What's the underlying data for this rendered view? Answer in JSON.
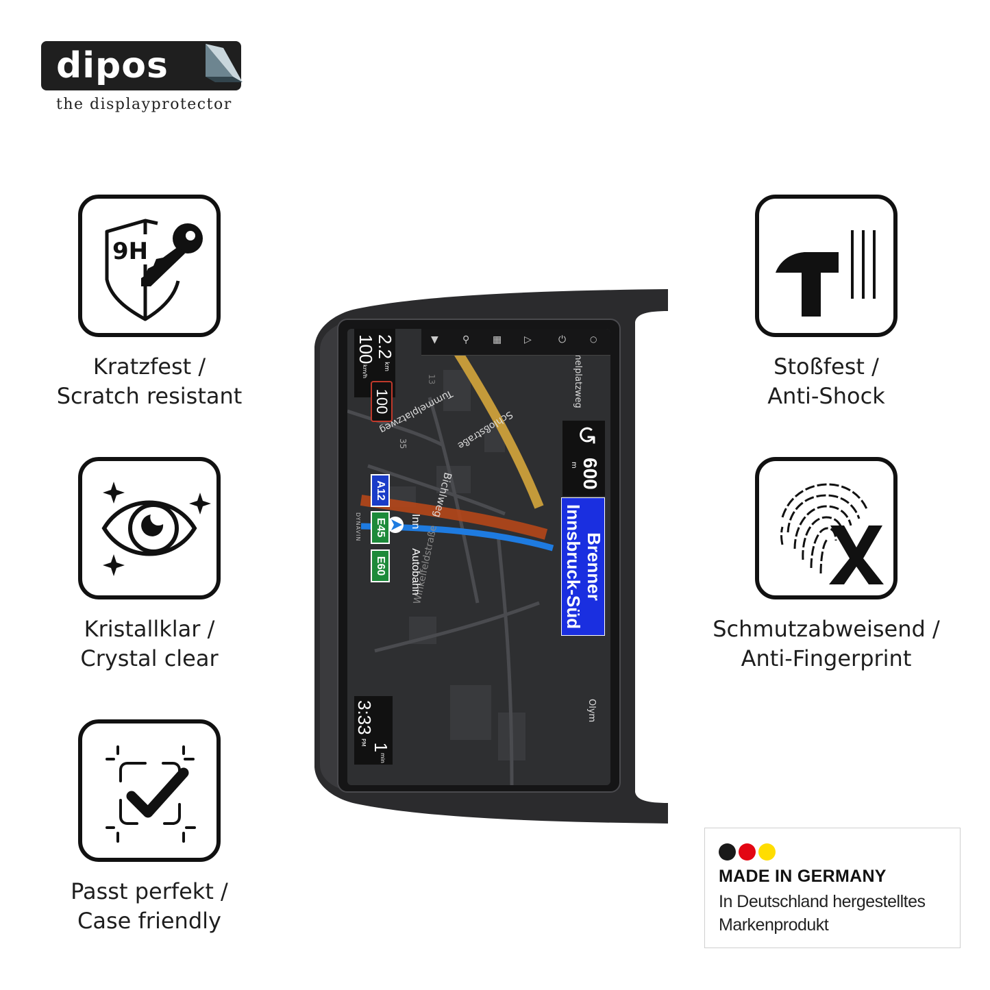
{
  "brand": {
    "name": "dipos",
    "tagline": "the displayprotector"
  },
  "features": [
    {
      "icon": "scratch-resistant-9h-shield-key-icon",
      "line1": "Kratzfest /",
      "line2": "Scratch resistant"
    },
    {
      "icon": "crystal-clear-eye-icon",
      "line1": "Kristallklar /",
      "line2": "Crystal clear"
    },
    {
      "icon": "case-friendly-check-icon",
      "line1": "Passt perfekt /",
      "line2": "Case friendly"
    },
    {
      "icon": "anti-shock-hammer-icon",
      "line1": "Stoßfest /",
      "line2": "Anti-Shock"
    },
    {
      "icon": "anti-fingerprint-icon",
      "line1": "Schmutzabweisend /",
      "line2": "Anti-Fingerprint"
    }
  ],
  "icon_text": {
    "hardness": "9H"
  },
  "navigation": {
    "distance_to_destination": "2.2",
    "distance_unit": "km",
    "current_speed": "100",
    "speed_unit": "km/h",
    "speed_limit": "100",
    "road_shields": [
      "A12",
      "E45",
      "E60"
    ],
    "current_road": "Autobahn",
    "current_road_prefix": "Inn",
    "street_labels": [
      "Tummelplatzweg",
      "Schloßstraße",
      "Bichlweg",
      "Winkelfeldstraße",
      "Tummelplatzweg",
      "Olym"
    ],
    "map_numbers": [
      "13",
      "35"
    ],
    "turn_distance": "600",
    "turn_distance_unit": "m",
    "signpost_line1": "Brenner",
    "signpost_line2": "Innsbruck-Süd",
    "time_remaining": "1",
    "time_remaining_unit": "min",
    "arrival_time": "3:33",
    "arrival_period": "PM",
    "provider": "DYNAVIN"
  },
  "made_in": {
    "title": "MADE IN GERMANY",
    "subtitle": "In Deutschland hergestelltes Markenprodukt",
    "flag_colors": [
      "#1a1a1a",
      "#e30613",
      "#ffdd00"
    ]
  },
  "colors": {
    "route_blue": "#1e7be0",
    "signpost_blue": "#1a2fe0",
    "traffic_orange": "#b5471a",
    "main_road_tan": "#c49a3a",
    "shield_green": "#1d8a3a"
  }
}
